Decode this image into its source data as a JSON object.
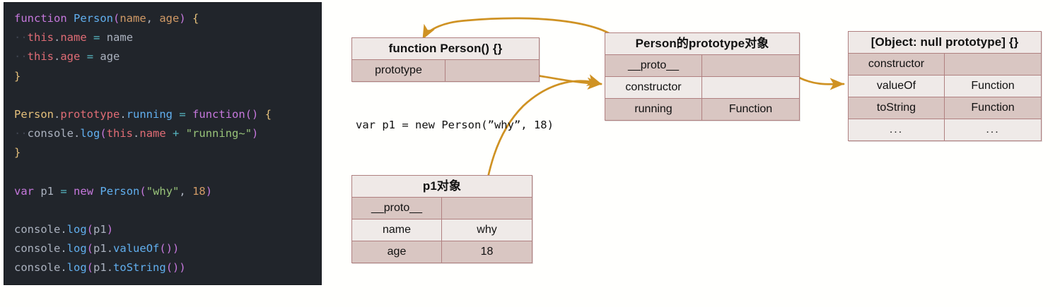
{
  "code": {
    "language": "javascript",
    "lines": [
      [
        {
          "t": "function",
          "c": "tk-kw"
        },
        {
          "t": " ",
          "c": "tk-plain"
        },
        {
          "t": "Person",
          "c": "tk-fn"
        },
        {
          "t": "(",
          "c": "tk-paren"
        },
        {
          "t": "name",
          "c": "tk-param"
        },
        {
          "t": ", ",
          "c": "tk-plain"
        },
        {
          "t": "age",
          "c": "tk-param"
        },
        {
          "t": ")",
          "c": "tk-paren"
        },
        {
          "t": " ",
          "c": "tk-plain"
        },
        {
          "t": "{",
          "c": "tk-brace"
        }
      ],
      [
        {
          "t": "  ",
          "c": "ind"
        },
        {
          "t": "this",
          "c": "tk-this"
        },
        {
          "t": ".",
          "c": "tk-plain"
        },
        {
          "t": "name",
          "c": "tk-prop"
        },
        {
          "t": " ",
          "c": "tk-plain"
        },
        {
          "t": "=",
          "c": "tk-op"
        },
        {
          "t": " ",
          "c": "tk-plain"
        },
        {
          "t": "name",
          "c": "tk-plain"
        }
      ],
      [
        {
          "t": "  ",
          "c": "ind"
        },
        {
          "t": "this",
          "c": "tk-this"
        },
        {
          "t": ".",
          "c": "tk-plain"
        },
        {
          "t": "age",
          "c": "tk-prop"
        },
        {
          "t": " ",
          "c": "tk-plain"
        },
        {
          "t": "=",
          "c": "tk-op"
        },
        {
          "t": " ",
          "c": "tk-plain"
        },
        {
          "t": "age",
          "c": "tk-plain"
        }
      ],
      [
        {
          "t": "}",
          "c": "tk-brace"
        }
      ],
      [],
      [
        {
          "t": "Person",
          "c": "tk-obj"
        },
        {
          "t": ".",
          "c": "tk-plain"
        },
        {
          "t": "prototype",
          "c": "tk-prop"
        },
        {
          "t": ".",
          "c": "tk-plain"
        },
        {
          "t": "running",
          "c": "tk-method"
        },
        {
          "t": " ",
          "c": "tk-plain"
        },
        {
          "t": "=",
          "c": "tk-op"
        },
        {
          "t": " ",
          "c": "tk-plain"
        },
        {
          "t": "function",
          "c": "tk-kw"
        },
        {
          "t": "(",
          "c": "tk-paren"
        },
        {
          "t": ")",
          "c": "tk-paren"
        },
        {
          "t": " ",
          "c": "tk-plain"
        },
        {
          "t": "{",
          "c": "tk-brace"
        }
      ],
      [
        {
          "t": "  ",
          "c": "ind"
        },
        {
          "t": "console",
          "c": "tk-plain"
        },
        {
          "t": ".",
          "c": "tk-plain"
        },
        {
          "t": "log",
          "c": "tk-method"
        },
        {
          "t": "(",
          "c": "tk-paren"
        },
        {
          "t": "this",
          "c": "tk-this"
        },
        {
          "t": ".",
          "c": "tk-plain"
        },
        {
          "t": "name",
          "c": "tk-prop"
        },
        {
          "t": " ",
          "c": "tk-plain"
        },
        {
          "t": "+",
          "c": "tk-op"
        },
        {
          "t": " ",
          "c": "tk-plain"
        },
        {
          "t": "\"running~\"",
          "c": "tk-str"
        },
        {
          "t": ")",
          "c": "tk-paren"
        }
      ],
      [
        {
          "t": "}",
          "c": "tk-brace"
        }
      ],
      [],
      [
        {
          "t": "var",
          "c": "tk-kw"
        },
        {
          "t": " ",
          "c": "tk-plain"
        },
        {
          "t": "p1",
          "c": "tk-plain"
        },
        {
          "t": " ",
          "c": "tk-plain"
        },
        {
          "t": "=",
          "c": "tk-op"
        },
        {
          "t": " ",
          "c": "tk-plain"
        },
        {
          "t": "new",
          "c": "tk-kw"
        },
        {
          "t": " ",
          "c": "tk-plain"
        },
        {
          "t": "Person",
          "c": "tk-fn"
        },
        {
          "t": "(",
          "c": "tk-paren"
        },
        {
          "t": "\"why\"",
          "c": "tk-str"
        },
        {
          "t": ", ",
          "c": "tk-plain"
        },
        {
          "t": "18",
          "c": "tk-num"
        },
        {
          "t": ")",
          "c": "tk-paren"
        }
      ],
      [],
      [
        {
          "t": "console",
          "c": "tk-plain"
        },
        {
          "t": ".",
          "c": "tk-plain"
        },
        {
          "t": "log",
          "c": "tk-method"
        },
        {
          "t": "(",
          "c": "tk-paren"
        },
        {
          "t": "p1",
          "c": "tk-plain"
        },
        {
          "t": ")",
          "c": "tk-paren"
        }
      ],
      [
        {
          "t": "console",
          "c": "tk-plain"
        },
        {
          "t": ".",
          "c": "tk-plain"
        },
        {
          "t": "log",
          "c": "tk-method"
        },
        {
          "t": "(",
          "c": "tk-paren"
        },
        {
          "t": "p1",
          "c": "tk-plain"
        },
        {
          "t": ".",
          "c": "tk-plain"
        },
        {
          "t": "valueOf",
          "c": "tk-method"
        },
        {
          "t": "(",
          "c": "tk-paren"
        },
        {
          "t": ")",
          "c": "tk-paren"
        },
        {
          "t": ")",
          "c": "tk-paren"
        }
      ],
      [
        {
          "t": "console",
          "c": "tk-plain"
        },
        {
          "t": ".",
          "c": "tk-plain"
        },
        {
          "t": "log",
          "c": "tk-method"
        },
        {
          "t": "(",
          "c": "tk-paren"
        },
        {
          "t": "p1",
          "c": "tk-plain"
        },
        {
          "t": ".",
          "c": "tk-plain"
        },
        {
          "t": "toString",
          "c": "tk-method"
        },
        {
          "t": "(",
          "c": "tk-paren"
        },
        {
          "t": ")",
          "c": "tk-paren"
        },
        {
          "t": ")",
          "c": "tk-paren"
        }
      ]
    ],
    "plain_text": "function Person(name, age) {\n  this.name = name\n  this.age = age\n}\n\nPerson.prototype.running = function() {\n  console.log(this.name + \"running~\")\n}\n\nvar p1 = new Person(\"why\", 18)\n\nconsole.log(p1)\nconsole.log(p1.valueOf())\nconsole.log(p1.toString())"
  },
  "diagram": {
    "expression": "var p1 = new Person(”why”, 18)",
    "arrow_color": "#cf9223",
    "border_color": "#b08080",
    "shade_color": "#d9c6c2",
    "light_color": "#efeae8",
    "tables": {
      "function_person": {
        "title": "function Person() {}",
        "rows": [
          {
            "key": "prototype",
            "value": ""
          }
        ]
      },
      "person_prototype": {
        "title": "Person的prototype对象",
        "rows": [
          {
            "key": "__proto__",
            "value": ""
          },
          {
            "key": "constructor",
            "value": ""
          },
          {
            "key": "running",
            "value": "Function"
          }
        ]
      },
      "object_null_prototype": {
        "title": "[Object: null prototype] {}",
        "rows": [
          {
            "key": "constructor",
            "value": ""
          },
          {
            "key": "valueOf",
            "value": "Function"
          },
          {
            "key": "toString",
            "value": "Function"
          },
          {
            "key": "...",
            "value": "..."
          }
        ]
      },
      "p1_object": {
        "title": "p1对象",
        "rows": [
          {
            "key": "__proto__",
            "value": ""
          },
          {
            "key": "name",
            "value": "why"
          },
          {
            "key": "age",
            "value": "18"
          }
        ]
      }
    },
    "links": [
      {
        "from": "person-prototype-table-header",
        "to": "function-person-table-header",
        "label": "constructor-back-reference"
      },
      {
        "from": "function-person-prototype-value",
        "to": "person-prototype-proto-row",
        "label": "prototype"
      },
      {
        "from": "person-prototype-proto-value",
        "to": "object-null-prototype-valueof-row",
        "label": "__proto__"
      },
      {
        "from": "p1-proto-value",
        "to": "person-prototype-proto-row",
        "label": "__proto__"
      }
    ]
  }
}
